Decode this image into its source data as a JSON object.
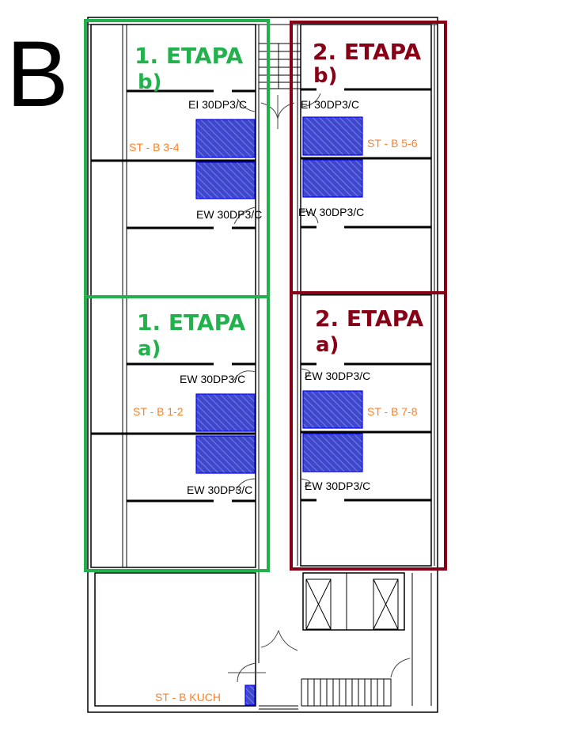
{
  "block_letter": "B",
  "colors": {
    "stage1": "#22b14c",
    "stage2": "#880015",
    "storage_label": "#ff7f27",
    "storage_fill": "#3f48cc"
  },
  "zones": {
    "stage1_b": {
      "title": "1. ETAPA",
      "sub": "b)"
    },
    "stage1_a": {
      "title": "1. ETAPA",
      "sub": "a)"
    },
    "stage2_b": {
      "title": "2. ETAPA",
      "sub": "b)"
    },
    "stage2_a": {
      "title": "2. ETAPA",
      "sub": "a)"
    }
  },
  "door_labels": {
    "left_top": "EI 30DP3/C",
    "right_top": "EI 30DP3/C",
    "left_2": "EW 30DP3/C",
    "right_2": "EW 30DP3/C",
    "left_3": "EW 30DP3/C",
    "right_3": "EW 30DP3/C",
    "left_4": "EW 30DP3/C",
    "right_4": "EW 30DP3/C"
  },
  "storage_labels": {
    "b34": "ST - B 3-4",
    "b56": "ST - B 5-6",
    "b12": "ST - B 1-2",
    "b78": "ST - B 7-8",
    "kuch": "ST - B KUCH"
  }
}
